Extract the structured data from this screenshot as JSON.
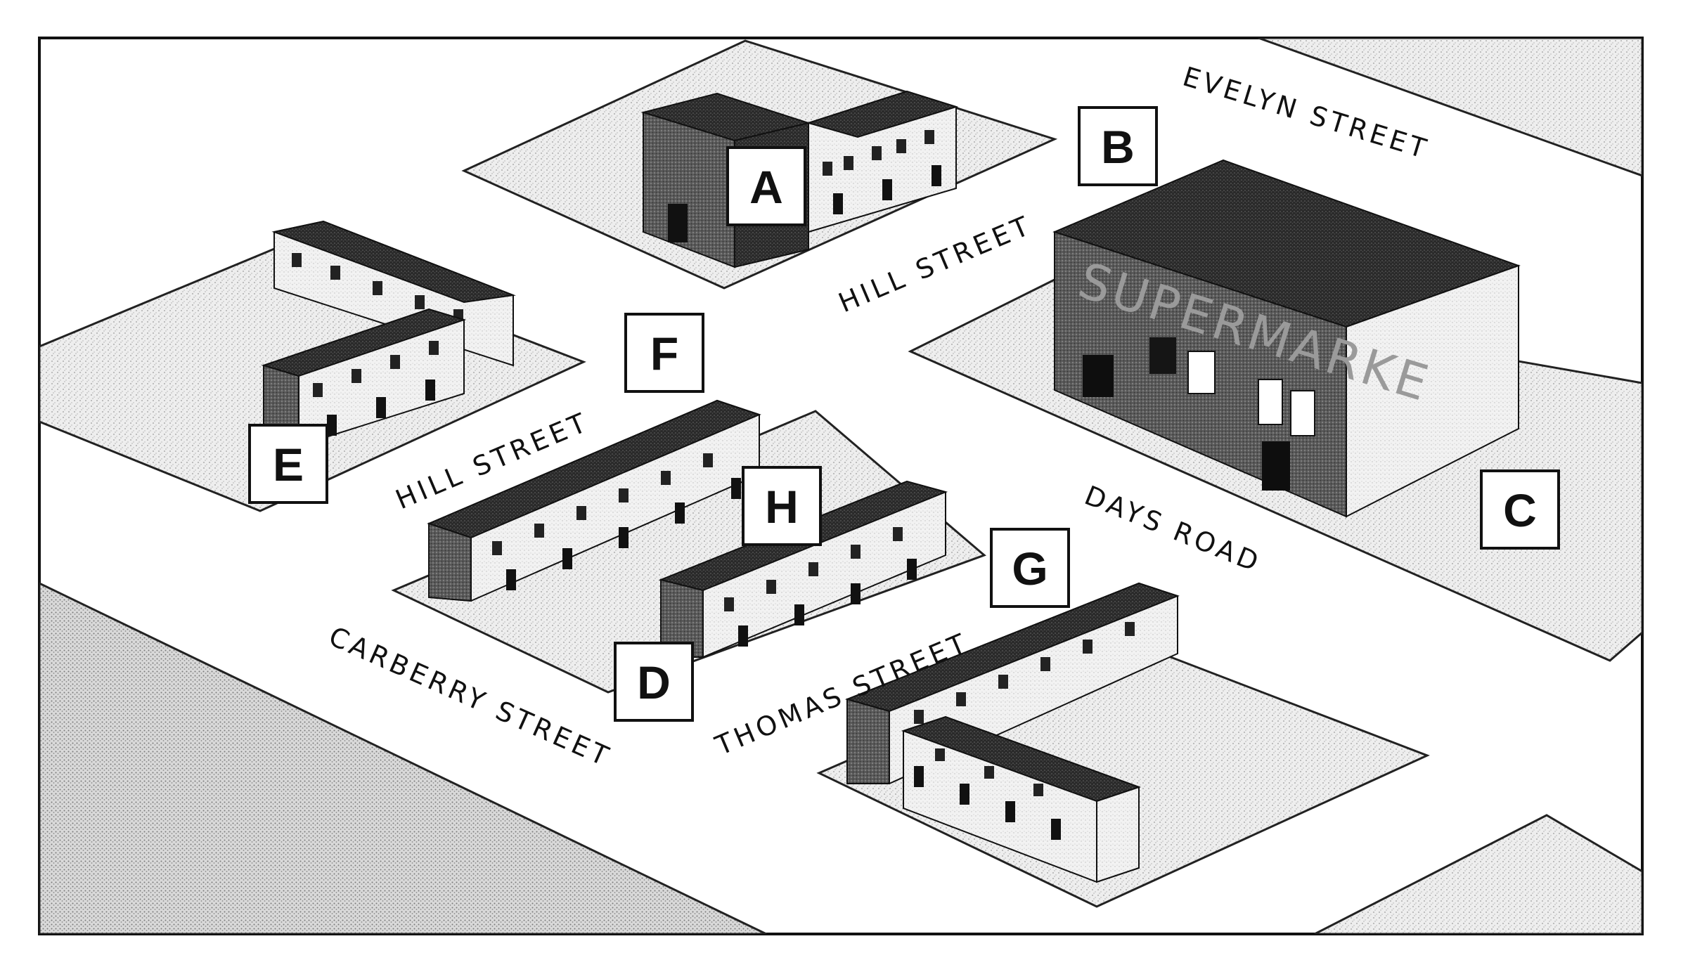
{
  "streets": {
    "evelyn": "EVELYN STREET",
    "hill_upper": "HILL STREET",
    "hill_lower": "HILL STREET",
    "days_road": "DAYS ROAD",
    "carberry": "CARBERRY STREET",
    "thomas": "THOMAS STREET"
  },
  "markers": {
    "a": "A",
    "b": "B",
    "c": "C",
    "d": "D",
    "e": "E",
    "f": "F",
    "g": "G",
    "h": "H"
  },
  "supermarket_sign": "SUPERMARKE",
  "colors": {
    "ink": "#111111",
    "block_fill": "#e9e9e9",
    "building_dark": "#2b2b2b",
    "building_light": "#f4f4f4"
  }
}
